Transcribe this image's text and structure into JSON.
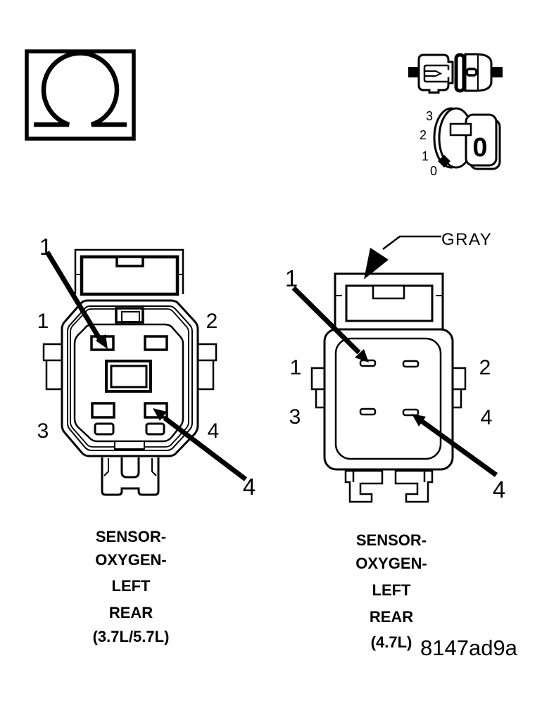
{
  "figure": {
    "code": "8147ad9a"
  },
  "colors": {
    "ink": "#000000",
    "paper": "#ffffff"
  },
  "legend": {
    "omega_icon": "ohmmeter-resistance-symbol",
    "connector_icon": "disconnected-connector-pair",
    "dial": {
      "name": "ohmmeter-range-dial",
      "scale": [
        "3",
        "2",
        "1",
        "0"
      ],
      "value": "0"
    }
  },
  "connectors": {
    "left": {
      "pins": [
        "1",
        "2",
        "3",
        "4"
      ],
      "callouts": [
        "1",
        "4"
      ],
      "caption_lines": [
        "SENSOR-",
        "OXYGEN-",
        "LEFT",
        "REAR",
        "(3.7L/5.7L)"
      ]
    },
    "right": {
      "color_label": "GRAY",
      "pins": [
        "1",
        "2",
        "3",
        "4"
      ],
      "callouts": [
        "1",
        "4"
      ],
      "caption_lines": [
        "SENSOR-",
        "OXYGEN-",
        "LEFT",
        "REAR",
        "(4.7L)"
      ]
    }
  }
}
